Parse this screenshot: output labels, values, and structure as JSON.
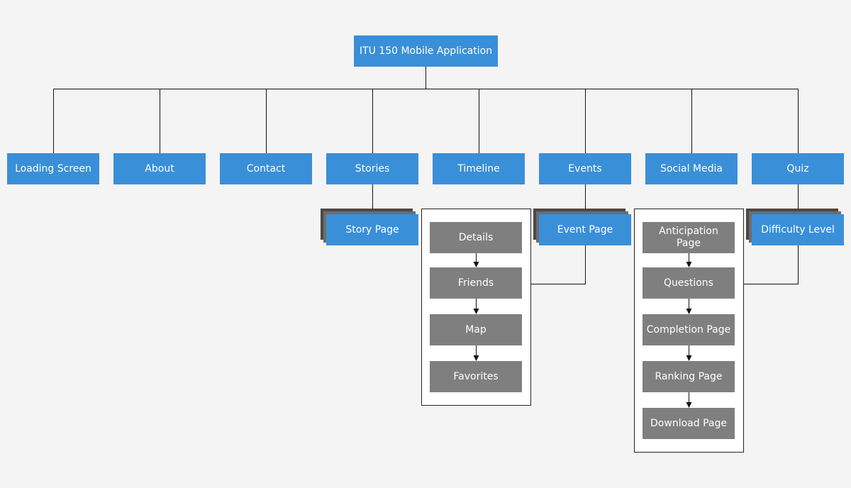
{
  "colors": {
    "primary": "#3a8fd9",
    "secondary": "#7f7f7f",
    "stack": "#4b4848",
    "line": "#111111",
    "background": "#f4f4f4"
  },
  "root": {
    "label": "ITU 150 Mobile Application"
  },
  "sections": [
    {
      "label": "Loading Screen"
    },
    {
      "label": "About"
    },
    {
      "label": "Contact"
    },
    {
      "label": "Stories"
    },
    {
      "label": "Timeline"
    },
    {
      "label": "Events"
    },
    {
      "label": "Social Media"
    },
    {
      "label": "Quiz"
    }
  ],
  "subpages": {
    "stories": "Story Page",
    "events": "Event Page",
    "quiz": "Difficulty Level"
  },
  "timeline_flow": [
    "Details",
    "Friends",
    "Map",
    "Favorites"
  ],
  "quiz_flow": [
    "Anticipation Page",
    "Questions",
    "Completion Page",
    "Ranking Page",
    "Download Page"
  ]
}
